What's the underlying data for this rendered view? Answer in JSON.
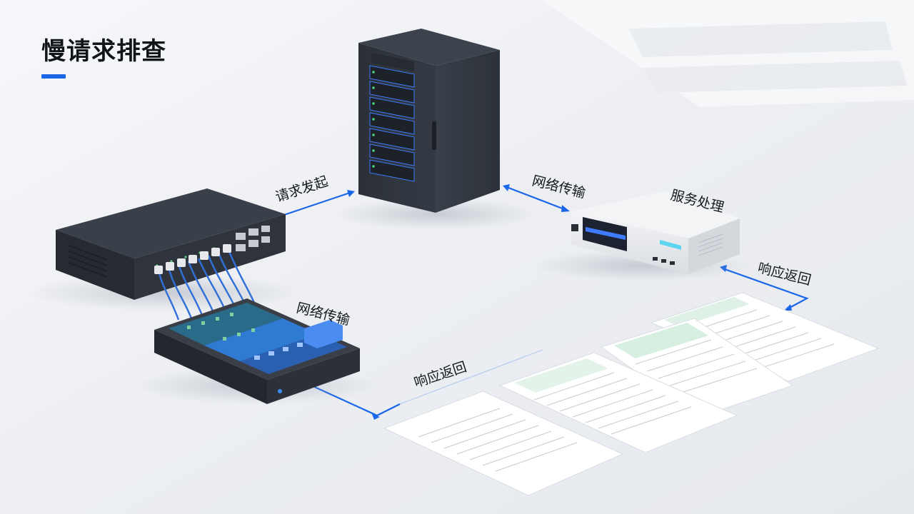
{
  "page": {
    "title": "慢请求排查"
  },
  "labels": {
    "request_send": "请求发起",
    "net_top": "网络传输",
    "service": "服务处理",
    "resp_right": "响应返回",
    "net_left": "网络传输",
    "resp_bottom": "响应返回"
  },
  "colors": {
    "accent": "#1a66e8",
    "device_dark": "#2b3038",
    "status_blue": "#2f7cff"
  }
}
